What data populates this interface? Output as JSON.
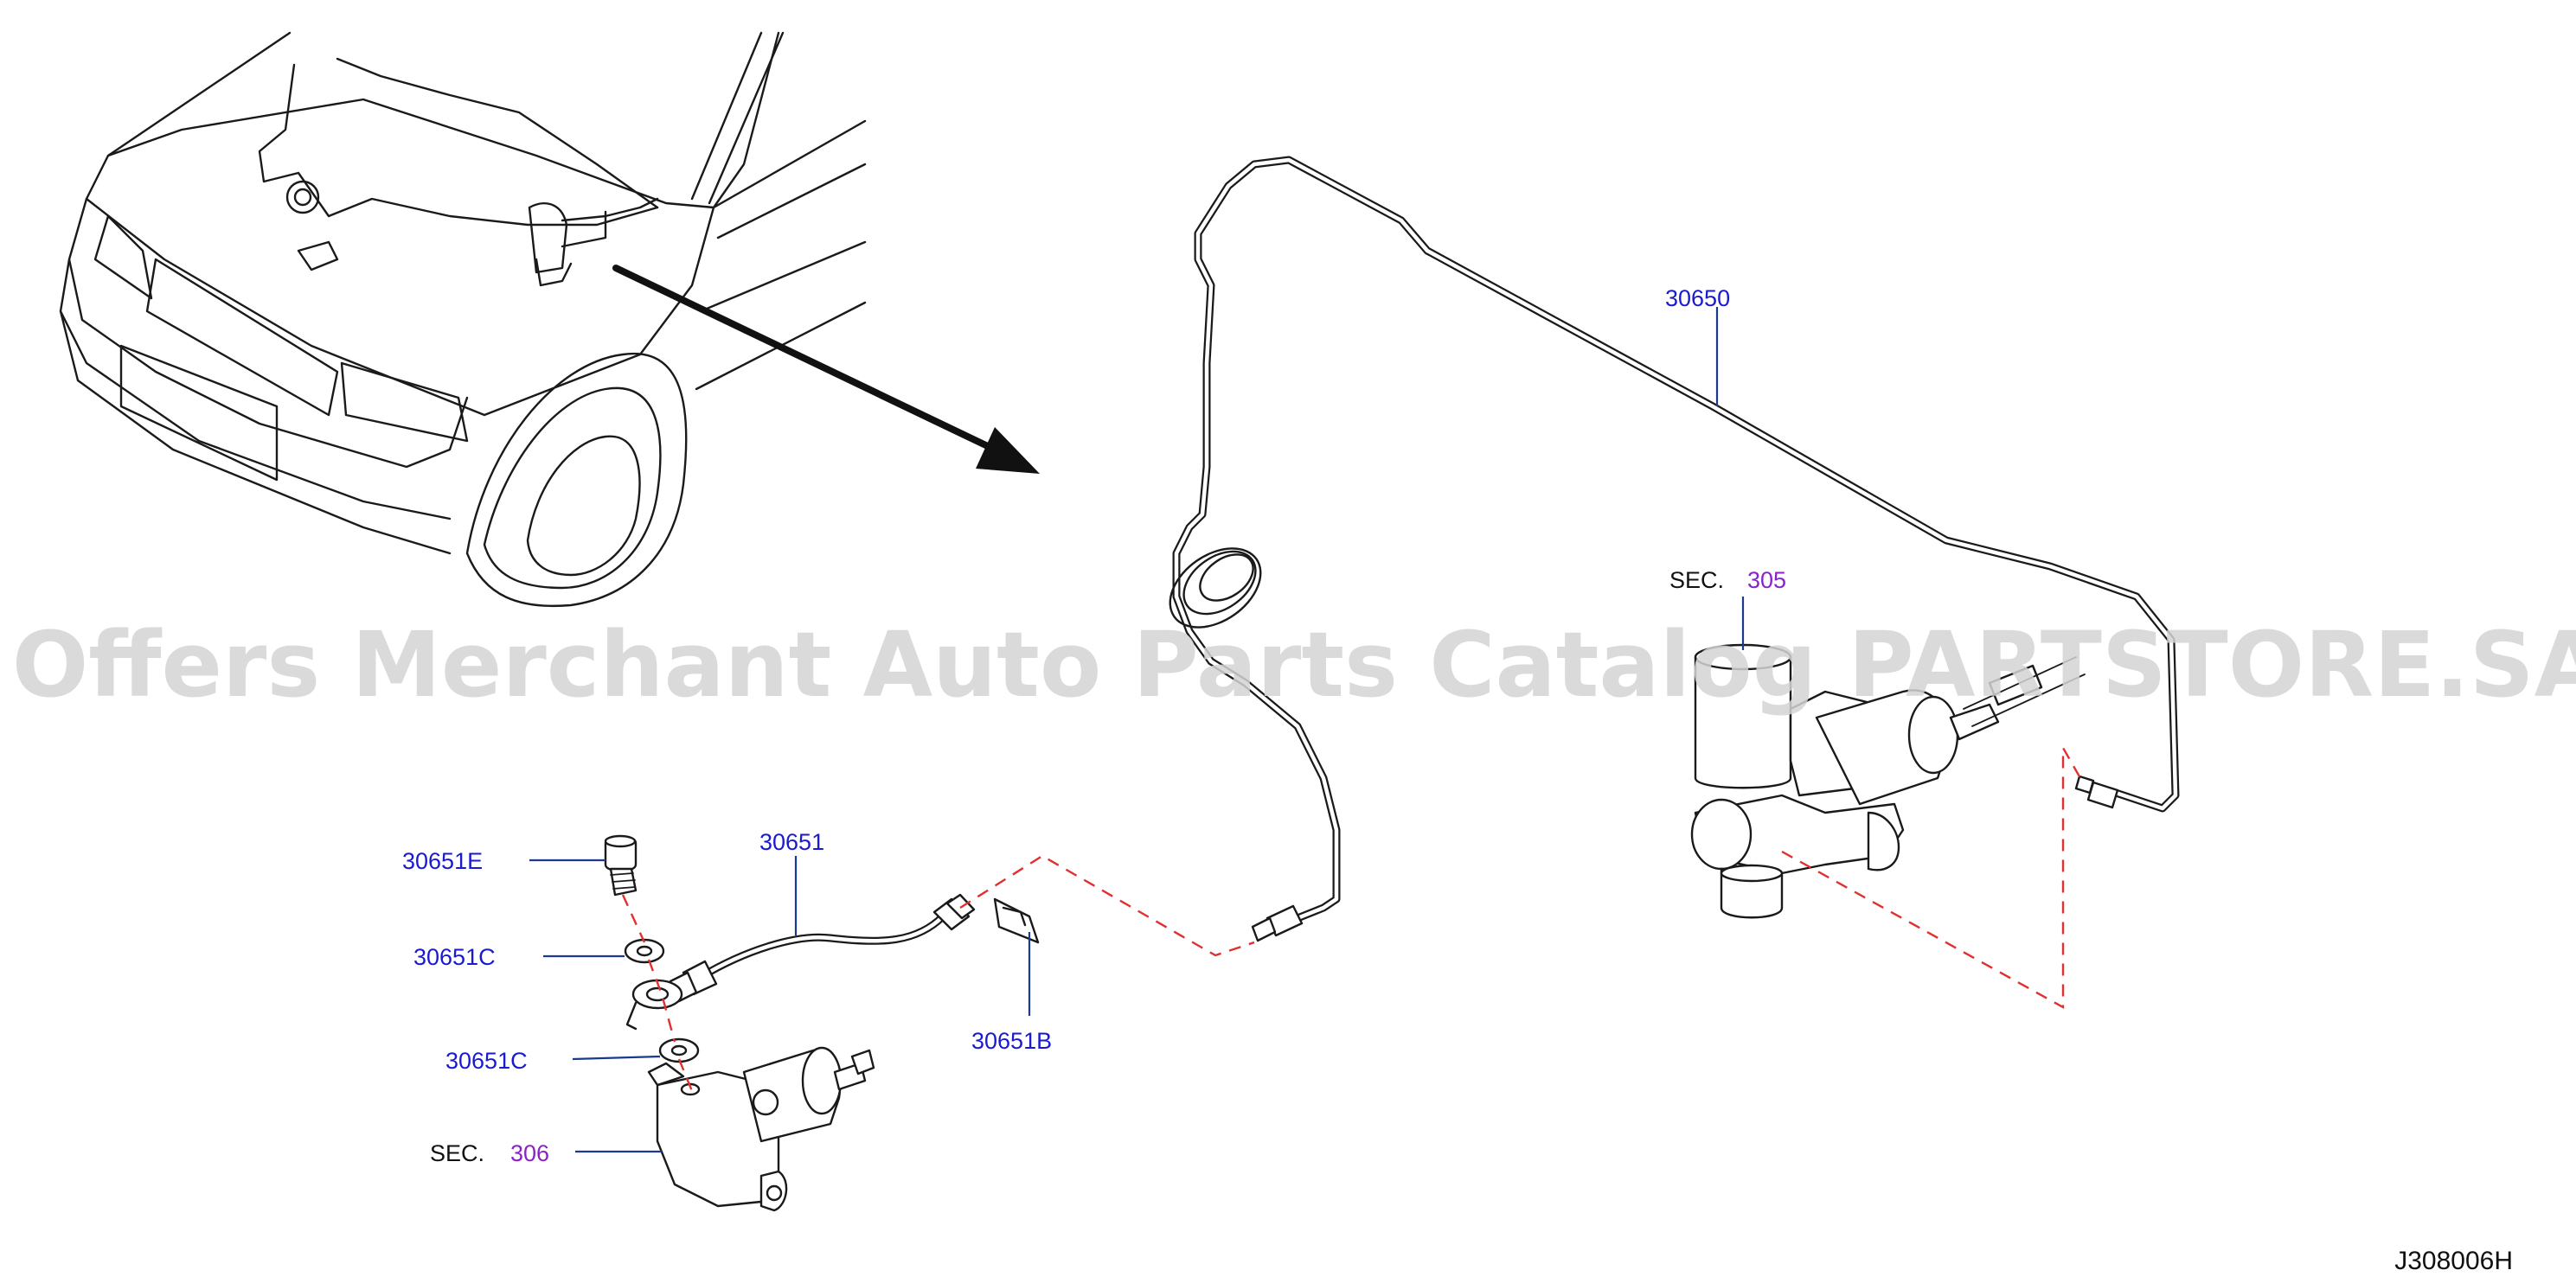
{
  "watermark": "Offers Merchant Auto Parts Catalog PARTSTORE.SA",
  "diagram_code": "J308006H",
  "labels": {
    "pipe_30650": "30650",
    "sec_305_prefix": "SEC.",
    "sec_305_ref": "305",
    "hose_30651": "30651",
    "bolt_30651E": "30651E",
    "washer_upper_30651C": "30651C",
    "washer_lower_30651C": "30651C",
    "clip_30651B": "30651B",
    "sec_306_prefix": "SEC.",
    "sec_306_ref": "306"
  },
  "colors": {
    "part_number": "#1a1ad0",
    "section_reference": "#8a22c8",
    "dashed_connector": "#e03030",
    "line_art": "#1a1a1a"
  }
}
